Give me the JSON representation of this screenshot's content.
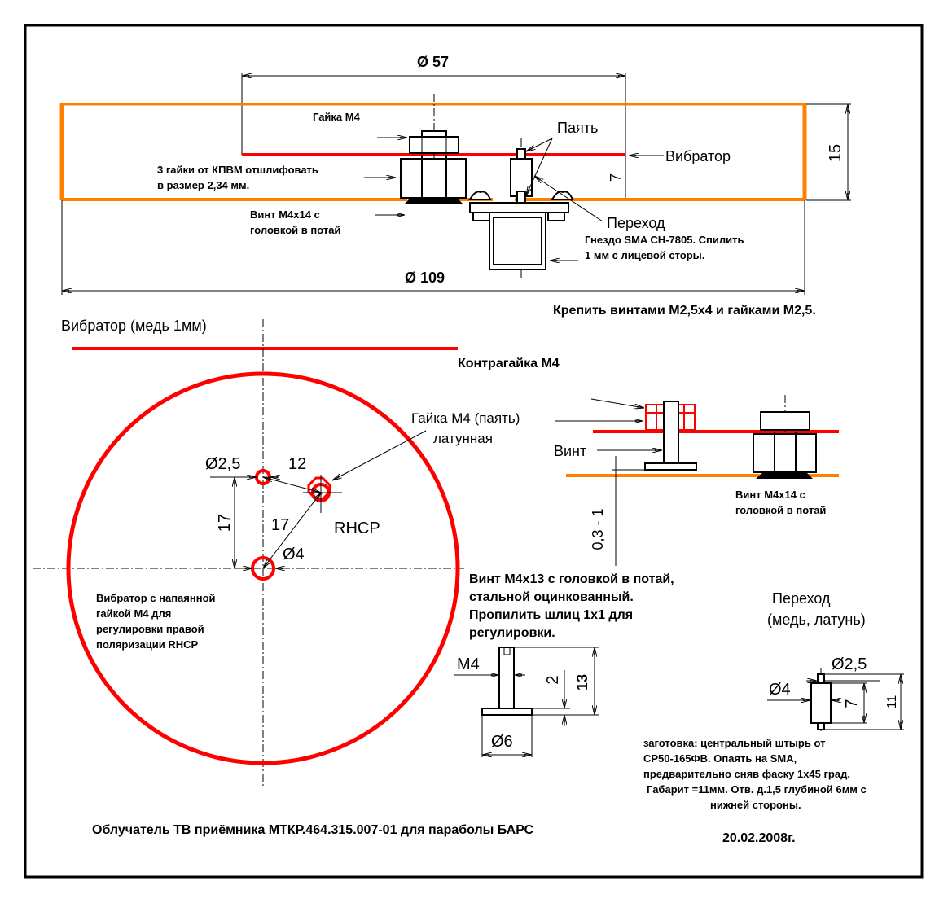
{
  "colors": {
    "vibrator": "#ff0000",
    "reflector": "#ff8000",
    "lines": "#000000",
    "background": "#ffffff"
  },
  "top_view": {
    "dim_diameter_57": "Ø 57",
    "dim_diameter_109": "Ø 109",
    "dim_height_15": "15",
    "dim_height_7": "7",
    "label_nut_m4": "Гайка М4",
    "label_three_nuts_line1": "3 гайки от КПВМ отшлифовать",
    "label_three_nuts_line2": "в размер 2,34 мм.",
    "label_screw_line1": "Винт М4х14 с",
    "label_screw_line2": "головкой в потай",
    "label_solder": "Паять",
    "label_vibrator": "Вибратор",
    "label_adapter": "Переход",
    "label_sma_line1": "Гнездо SMA CH-7805. Спилить",
    "label_sma_line2": "1 мм с лицевой сторы.",
    "label_fasten": "Крепить винтами М2,5х4 и гайками М2,5."
  },
  "plan_view": {
    "label_vibrator_copper": "Вибратор (медь 1мм)",
    "label_locknut": "Контрагайка М4",
    "label_nut_solder_line1": "Гайка М4 (паять)",
    "label_nut_solder_line2": "латунная",
    "dim_hole_small": "Ø2,5",
    "dim_12": "12",
    "dim_17_vertical": "17",
    "dim_17_diag": "17",
    "dim_hole_large": "Ø4",
    "label_rhcp": "RHCP",
    "note_line1": "Вибратор с напаянной",
    "note_line2": "гайкой М4 для",
    "note_line3": "регулировки правой",
    "note_line4": "поляризации RHCP"
  },
  "side_detail": {
    "label_screw": "Винт",
    "dim_gap": "0,3 - 1",
    "label_screw_m4x14_line1": "Винт М4х14 с",
    "label_screw_m4x14_line2": "головкой в потай"
  },
  "screw_detail": {
    "title_line1": "Винт М4х13 с головкой в потай,",
    "title_line2": "стальной оцинкованный.",
    "title_line3": "Пропилить шлиц 1х1 для",
    "title_line4": "регулировки.",
    "dim_m4": "М4",
    "dim_2": "2",
    "dim_13": "13",
    "dim_6": "Ø6"
  },
  "adapter_detail": {
    "title_line1": "Переход",
    "title_line2": "(медь, латунь)",
    "dim_25": "Ø2,5",
    "dim_4": "Ø4",
    "dim_7": "7",
    "dim_11": "11",
    "note_line1": "заготовка: центральный штырь от",
    "note_line2": "СР50-165ФВ. Опаять на SMA,",
    "note_line3": "предварительно сняв фаску 1х45 град.",
    "note_line4": "Габарит =11мм. Отв. д.1,5 глубиной 6мм с",
    "note_line5": "нижней стороны."
  },
  "footer": {
    "title": "Облучатель ТВ приёмника МТКР.464.315.007-01 для параболы БАРС",
    "date": "20.02.2008г."
  }
}
